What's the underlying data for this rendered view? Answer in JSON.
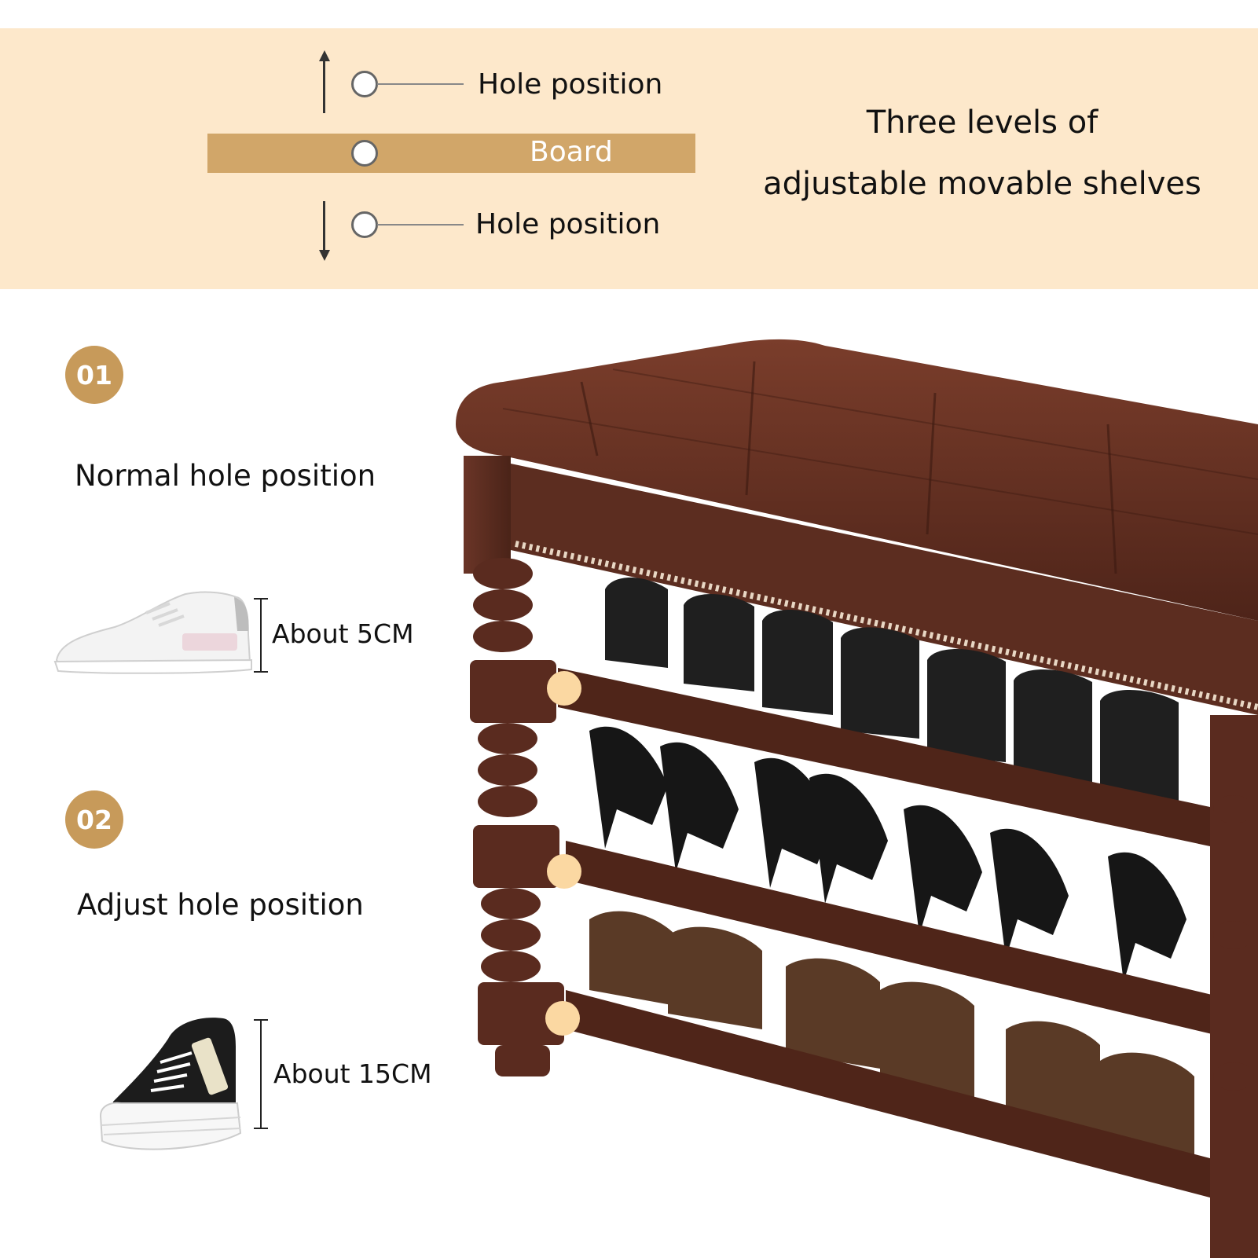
{
  "diagram": {
    "top_hole_label": "Hole position",
    "board_label": "Board",
    "bottom_hole_label": "Hole position",
    "headline_line1": "Three levels of",
    "headline_line2": "adjustable movable shelves"
  },
  "steps": [
    {
      "number": "01",
      "title": "Normal hole position",
      "measurement": "About 5CM"
    },
    {
      "number": "02",
      "title": "Adjust hole position",
      "measurement": "About 15CM"
    }
  ],
  "colors": {
    "banner": "#fde8cb",
    "board": "#d1a669",
    "badge": "#c79a5a",
    "wood": "#5a2e22",
    "leather": "#6b3526",
    "peg": "#fbd8a2"
  }
}
